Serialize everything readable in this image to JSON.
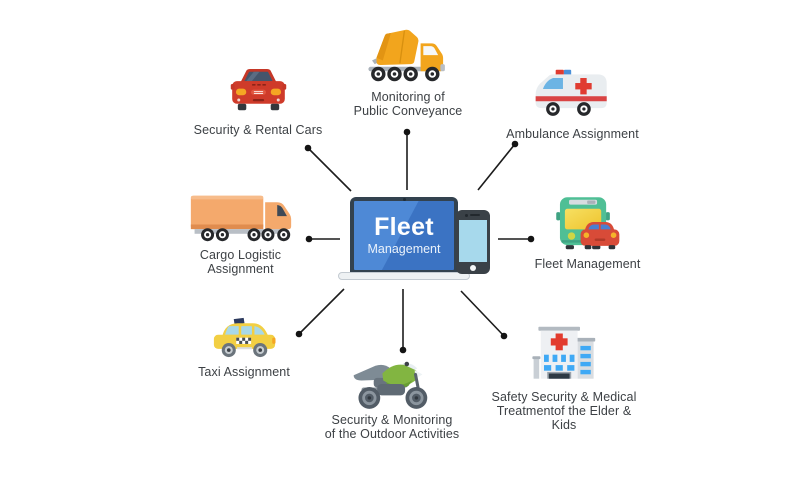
{
  "center": {
    "device": "laptop-and-smartphone",
    "screen_title": "Fleet",
    "screen_subtitle": "Management"
  },
  "nodes": [
    {
      "id": "security-rental-cars",
      "icon": "red-car-icon",
      "label_lines": [
        "Security & Rental Cars"
      ]
    },
    {
      "id": "monitoring-public-conveyance",
      "icon": "cement-mixer-truck-icon",
      "label_lines": [
        "Monitoring of",
        "Public Conveyance"
      ]
    },
    {
      "id": "ambulance-assignment",
      "icon": "ambulance-icon",
      "label_lines": [
        "Ambulance Assignment"
      ]
    },
    {
      "id": "cargo-logistic-assignment",
      "icon": "cargo-truck-icon",
      "label_lines": [
        "Cargo Logistic",
        "Assignment"
      ]
    },
    {
      "id": "fleet-management",
      "icon": "bus-and-car-icon",
      "label_lines": [
        "Fleet Management"
      ]
    },
    {
      "id": "taxi-assignment",
      "icon": "taxi-icon",
      "label_lines": [
        "Taxi Assignment"
      ]
    },
    {
      "id": "security-monitoring-outdoor-activities",
      "icon": "motorcycle-icon",
      "label_lines": [
        "Security & Monitoring",
        "of the Outdoor Activities"
      ]
    },
    {
      "id": "safety-security-medical-treatment",
      "icon": "hospital-icon",
      "label_lines": [
        "Safety Security & Medical",
        "Treatmentof the Elder & Kids"
      ]
    }
  ],
  "colors": {
    "background": "#ffffff",
    "connector": "#1c1c1c",
    "label_text": "#3d4145",
    "laptop_bezel": "#33424f",
    "laptop_screen_blue": "#3f7ccb",
    "phone_screen_blue": "#a7d9ec",
    "car_red": "#cf3b2a",
    "truck_amber": "#f2a51d",
    "cargo_orange": "#f4a96c",
    "bus_teal": "#4fbf95",
    "taxi_yellow": "#f2cf43",
    "moto_green": "#82b541",
    "hospital_window_blue": "#3fa9f5",
    "cross_red": "#e23b2e"
  }
}
